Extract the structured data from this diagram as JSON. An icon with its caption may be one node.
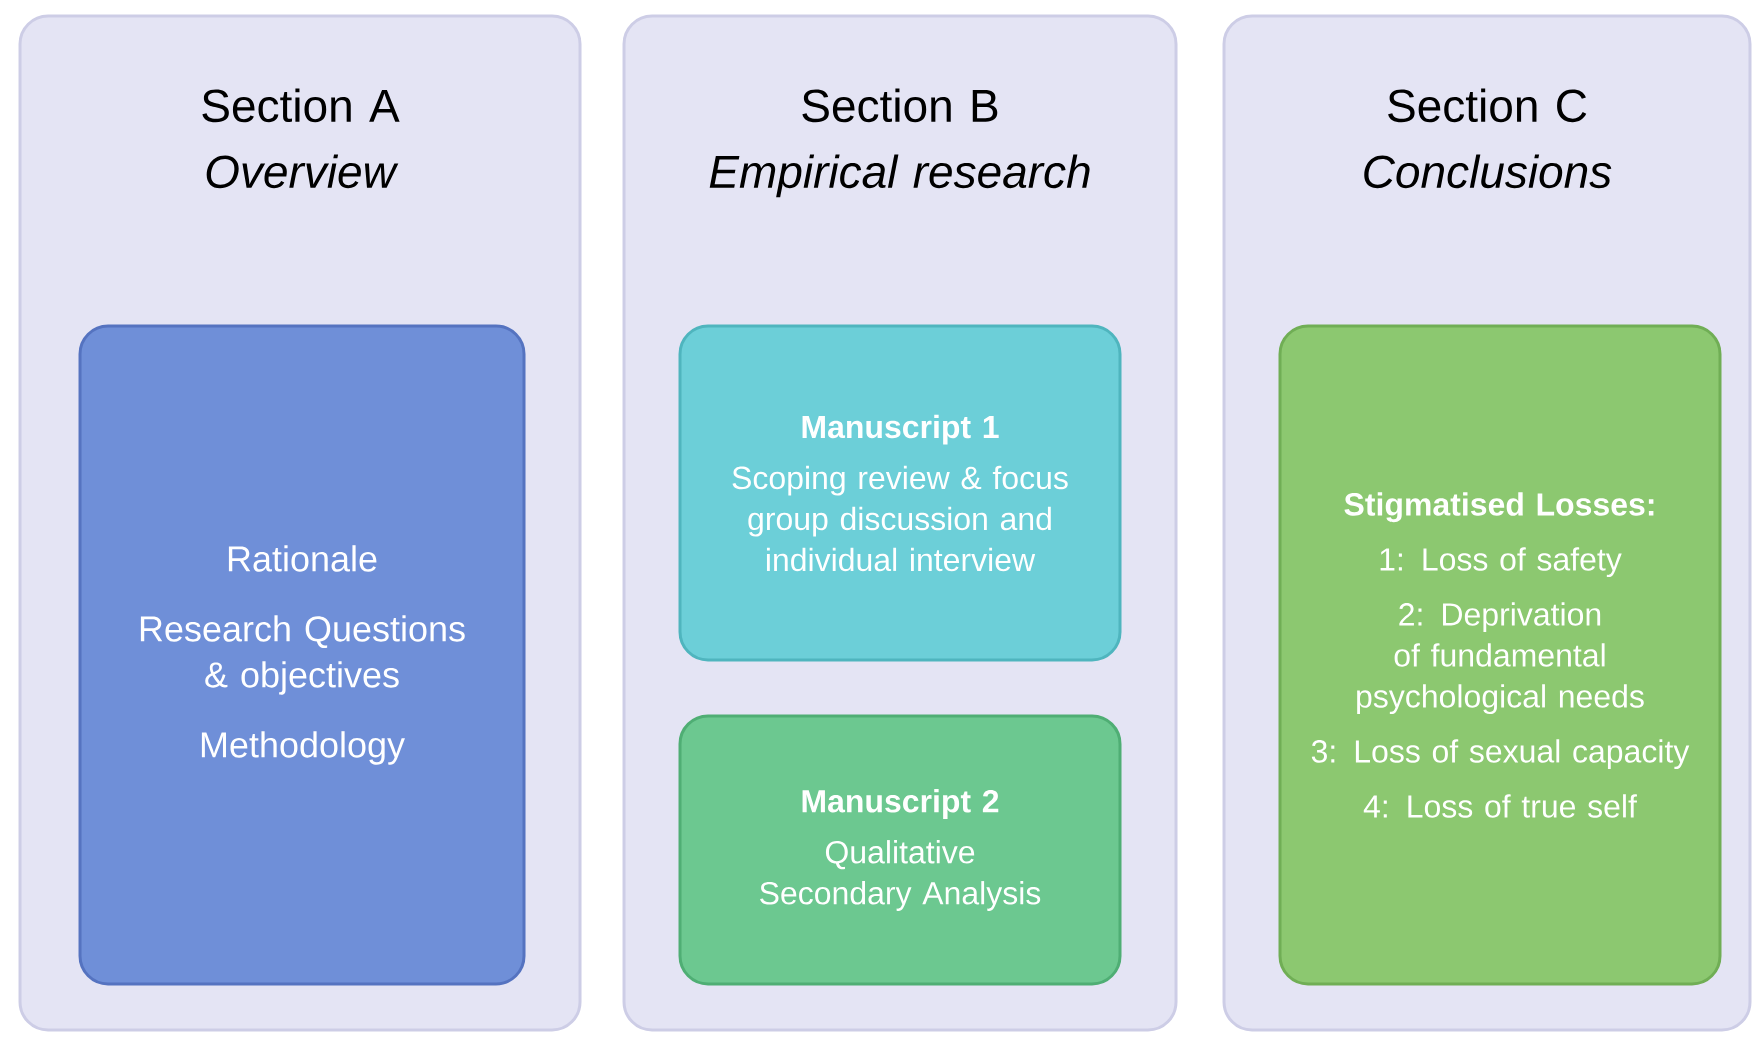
{
  "diagram": {
    "nodes": [
      {
        "text": [
          "Section A",
          "Overview"
        ]
      },
      {
        "text": [
          "Rationale",
          "Research Questions & objectives",
          "Methodology"
        ],
        "in": 0
      },
      {
        "text": [
          "Section B",
          "Empirical research"
        ]
      },
      {
        "text": [
          "Manuscript 1",
          "Scoping review & focus group discussion and individual interview"
        ],
        "in": 2
      },
      {
        "text": [
          "Manuscript 2",
          "Qualitative Secondary Analysis"
        ],
        "in": 2
      },
      {
        "text": [
          "Section C",
          "Conclusions"
        ]
      },
      {
        "text": [
          "Stigmatised Losses:",
          "1: Loss of safety",
          "2: Deprivation of fundamental psychological needs",
          "3: Loss of sexual capacity",
          "4: Loss of true self"
        ],
        "in": 5
      }
    ]
  }
}
